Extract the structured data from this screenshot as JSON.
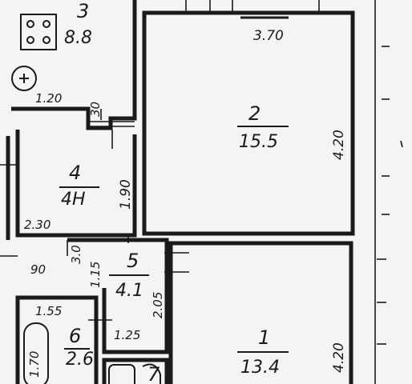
{
  "rooms": {
    "r1": {
      "number": "1",
      "area": "13.4",
      "dim_v": "4.20"
    },
    "r2": {
      "number": "2",
      "area": "15.5",
      "dim_h": "3.70",
      "dim_v": "4.20"
    },
    "r3": {
      "number": "3",
      "area": "8.8",
      "dim_a": "1.20",
      "dim_b": "30"
    },
    "r4": {
      "number": "4",
      "area": "4H",
      "dim_h": "2.30",
      "dim_v": "1.90"
    },
    "r5": {
      "number": "5",
      "area": "4.1",
      "dim_a": "1.15",
      "dim_b": "2.05",
      "dim_c": "3.0",
      "dim_d": "90"
    },
    "r6": {
      "number": "6",
      "area": "2.6",
      "dim_a": "1.55",
      "dim_b": "1.25",
      "dim_c": "1.70"
    },
    "r7": {
      "number": "7"
    }
  },
  "colors": {
    "ink": "#1a1a1a",
    "paper": "#f4f4f2"
  }
}
